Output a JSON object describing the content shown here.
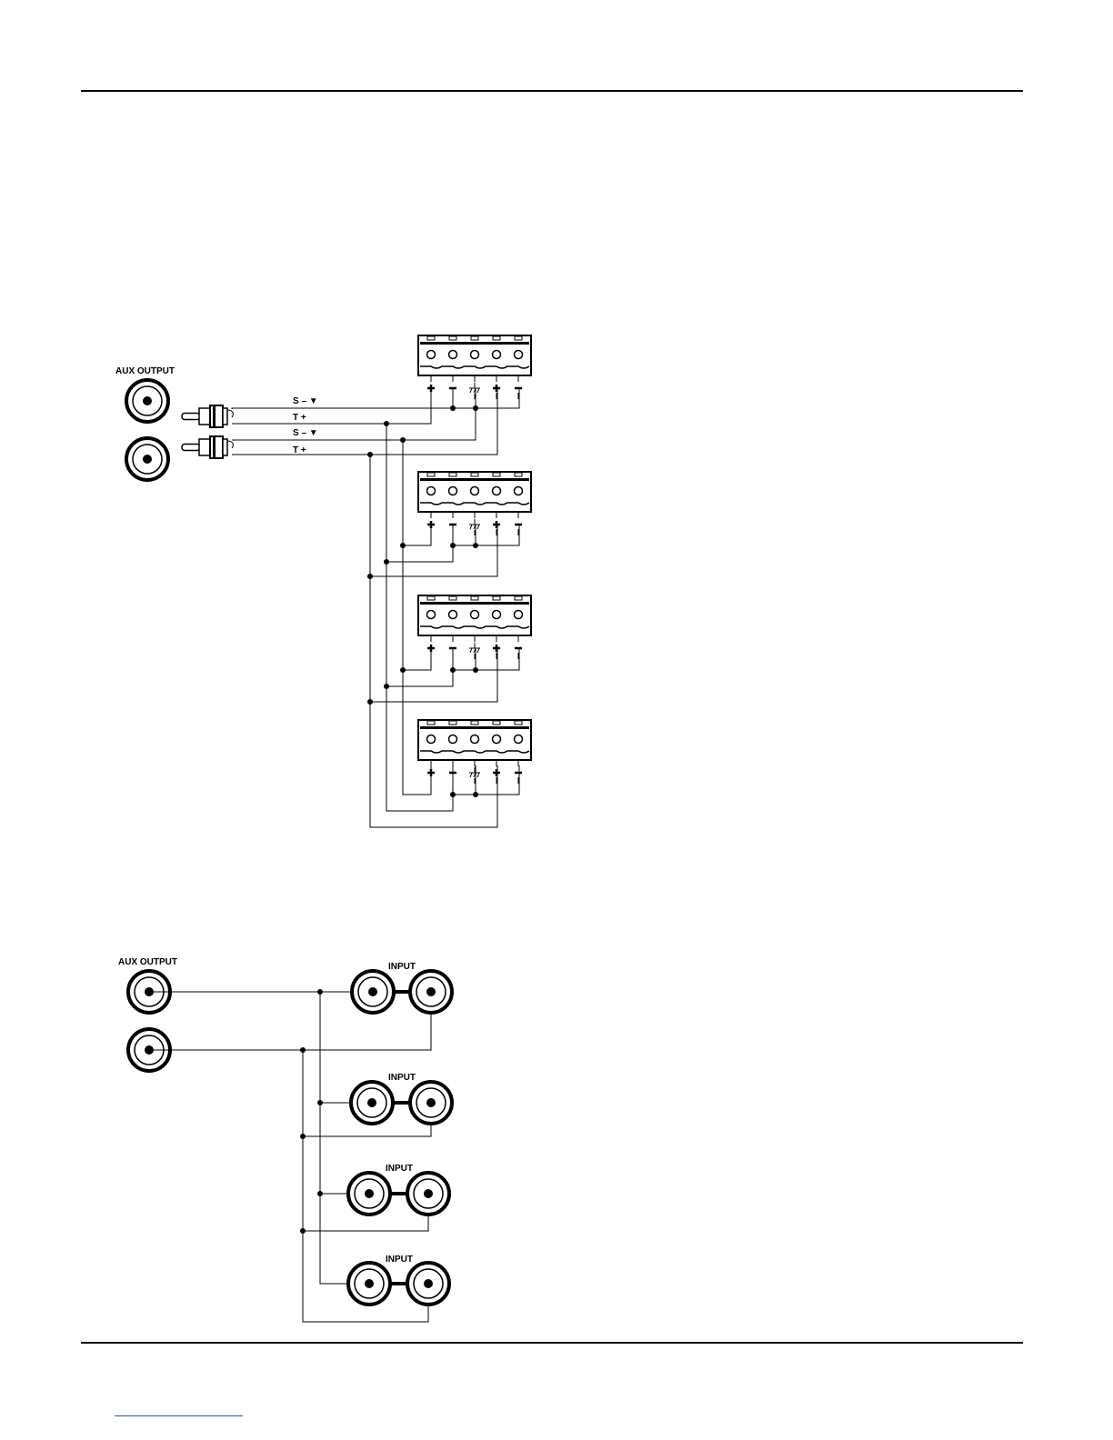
{
  "diagram1": {
    "source_label": "AUX OUTPUT",
    "wire_labels": [
      "S – ▼",
      "T +",
      "S – ▼",
      "T +"
    ],
    "terminal_symbols": [
      "+",
      "–",
      "ground",
      "+",
      "–"
    ],
    "terminal_block_count": 4
  },
  "diagram2": {
    "source_label": "AUX OUTPUT",
    "input_labels": [
      "INPUT",
      "INPUT",
      "INPUT",
      "INPUT"
    ]
  }
}
